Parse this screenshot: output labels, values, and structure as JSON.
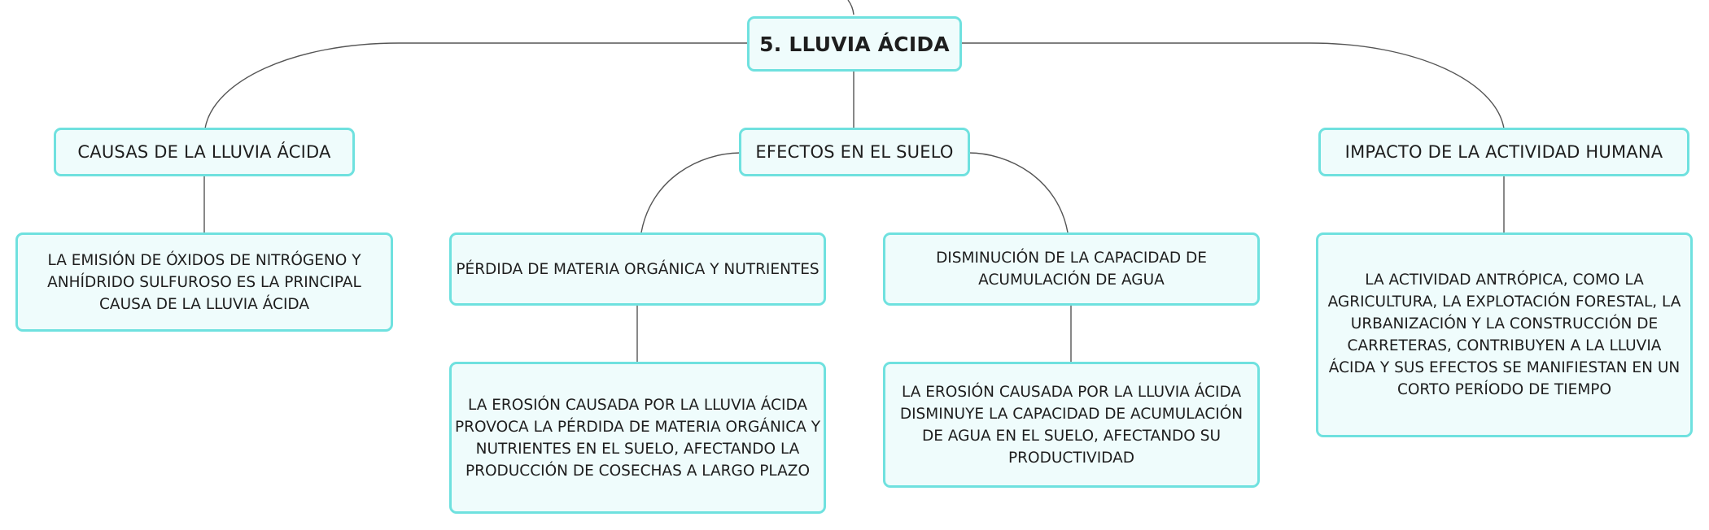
{
  "diagram": {
    "root": {
      "label": "5. LLUVIA ÁCIDA"
    },
    "branches": {
      "causes": {
        "label": "CAUSAS DE LA LLUVIA ÁCIDA",
        "detail": "LA EMISIÓN DE ÓXIDOS DE NITRÓGENO Y ANHÍDRIDO SULFUROSO ES LA PRINCIPAL CAUSA DE LA LLUVIA ÁCIDA"
      },
      "soil_effects": {
        "label": "EFECTOS EN EL SUELO",
        "organic_loss": {
          "label": "PÉRDIDA DE MATERIA ORGÁNICA Y NUTRIENTES",
          "detail": "LA EROSIÓN CAUSADA POR LA LLUVIA ÁCIDA PROVOCA LA PÉRDIDA DE MATERIA ORGÁNICA Y NUTRIENTES EN EL SUELO, AFECTANDO LA PRODUCCIÓN DE COSECHAS A LARGO PLAZO"
        },
        "water_capacity": {
          "label": "DISMINUCIÓN DE LA CAPACIDAD DE ACUMULACIÓN DE AGUA",
          "detail": "LA EROSIÓN CAUSADA POR LA LLUVIA ÁCIDA DISMINUYE LA CAPACIDAD DE ACUMULACIÓN DE AGUA EN EL SUELO, AFECTANDO SU PRODUCTIVIDAD"
        }
      },
      "human_impact": {
        "label": "IMPACTO DE LA ACTIVIDAD HUMANA",
        "detail": "LA ACTIVIDAD ANTRÓPICA, COMO LA AGRICULTURA, LA EXPLOTACIÓN FORESTAL, LA URBANIZACIÓN Y LA CONSTRUCCIÓN DE CARRETERAS, CONTRIBUYEN A LA LLUVIA ÁCIDA Y SUS EFECTOS SE MANIFIESTAN EN UN CORTO PERÍODO DE TIEMPO"
      }
    },
    "colors": {
      "node_fill": "#effcfc",
      "node_border": "#6fe1df",
      "connector": "#555555"
    }
  }
}
